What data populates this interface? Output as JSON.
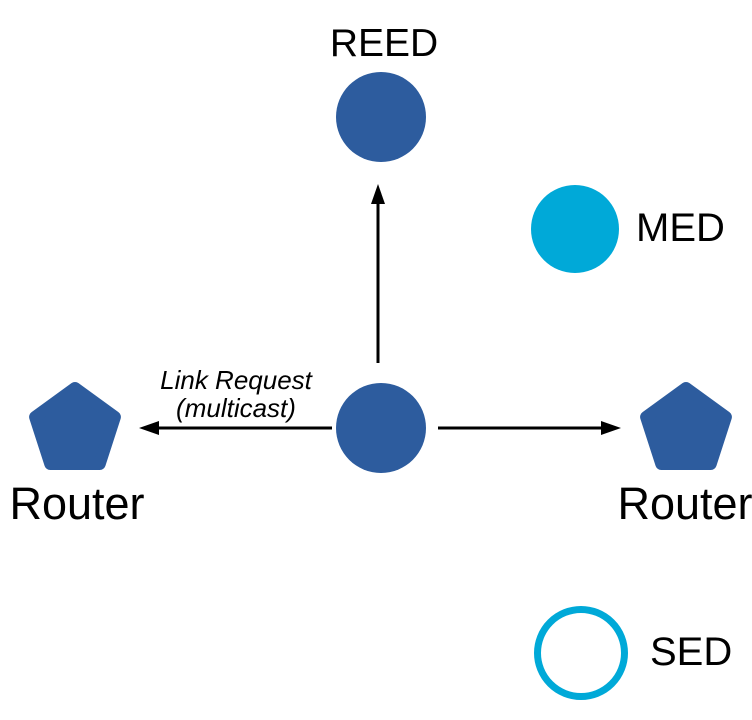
{
  "diagram": {
    "colors": {
      "router_blue": "#2d5c9e",
      "end_device_cyan": "#00a9d8",
      "arrow_black": "#000000",
      "label_black": "#000000",
      "background": "#ffffff"
    },
    "nodes": {
      "reed": {
        "label": "REED",
        "shape": "filled-circle"
      },
      "med": {
        "label": "MED",
        "shape": "filled-circle"
      },
      "sed": {
        "label": "SED",
        "shape": "outlined-circle"
      },
      "center": {
        "label": "",
        "shape": "filled-circle"
      },
      "router_left": {
        "label": "Router",
        "shape": "pentagon"
      },
      "router_right": {
        "label": "Router",
        "shape": "pentagon"
      }
    },
    "message": {
      "line1": "Link Request",
      "line2": "(multicast)"
    },
    "arrows": [
      "up-to-reed",
      "left-to-router",
      "right-to-router"
    ]
  }
}
